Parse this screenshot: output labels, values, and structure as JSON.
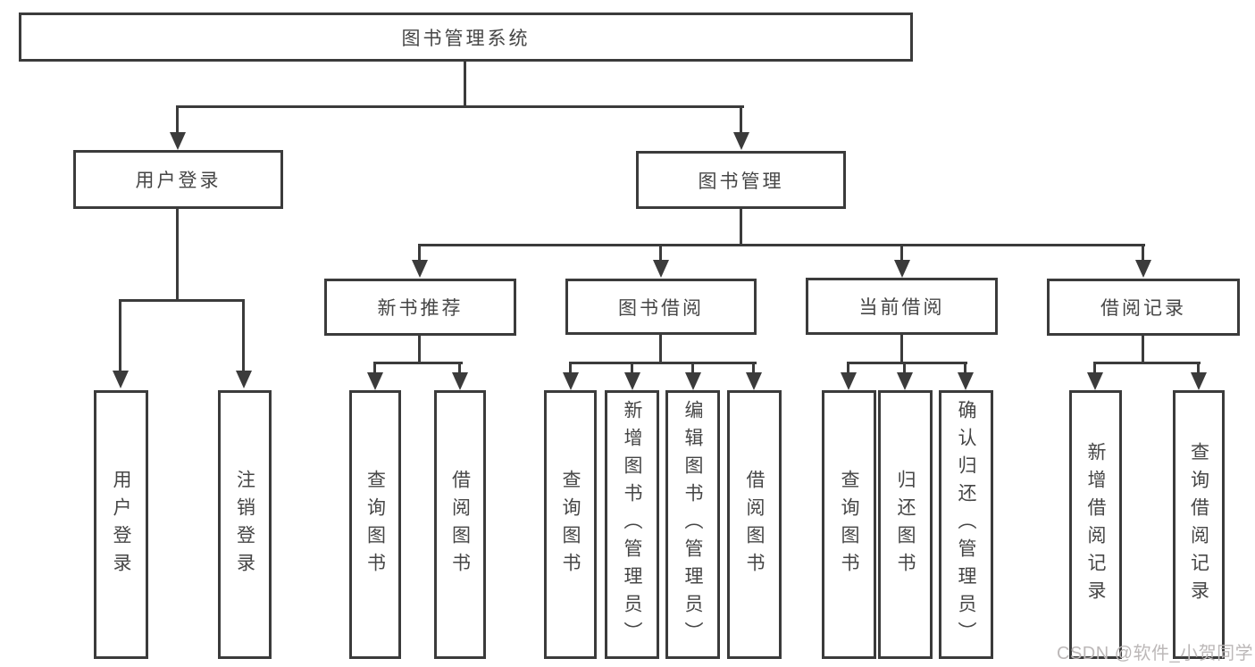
{
  "tree": {
    "label": "图书管理系统",
    "children": [
      {
        "label": "用户登录",
        "children": [
          {
            "label": "用户登录"
          },
          {
            "label": "注销登录"
          }
        ]
      },
      {
        "label": "图书管理",
        "children": [
          {
            "label": "新书推荐",
            "children": [
              {
                "label": "查询图书"
              },
              {
                "label": "借阅图书"
              }
            ]
          },
          {
            "label": "图书借阅",
            "children": [
              {
                "label": "查询图书"
              },
              {
                "label": "新增图书（管理员）"
              },
              {
                "label": "编辑图书（管理员）"
              },
              {
                "label": "借阅图书"
              }
            ]
          },
          {
            "label": "当前借阅",
            "children": [
              {
                "label": "查询图书"
              },
              {
                "label": "归还图书"
              },
              {
                "label": "确认归还（管理员）"
              }
            ]
          },
          {
            "label": "借阅记录",
            "children": [
              {
                "label": "新增借阅记录"
              },
              {
                "label": "查询借阅记录"
              }
            ]
          }
        ]
      }
    ]
  },
  "watermark": {
    "text": "CSDN @软件_小贺同学"
  },
  "colors": {
    "line": "#3b3b3b",
    "text": "#464646",
    "watermark": "#bcb8b8",
    "background": "#ffffff"
  }
}
